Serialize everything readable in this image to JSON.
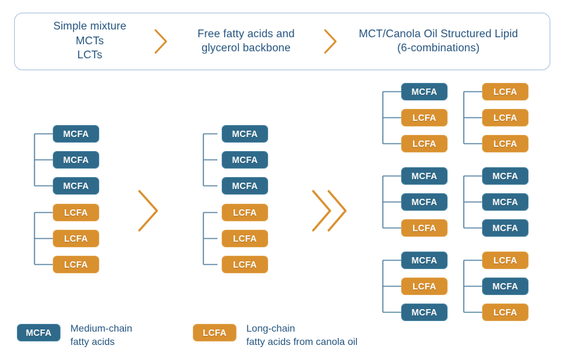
{
  "banner": {
    "stages": [
      {
        "id": "stage-simple-mixture",
        "text": "Simple mixture\nMCTs\nLCTs"
      },
      {
        "id": "stage-free-fatty-acids",
        "text": "Free fatty acids and\nglycerol backbone"
      },
      {
        "id": "stage-structured-lipid",
        "text": "MCT/Canola Oil Structured Lipid\n(6-combinations)"
      }
    ],
    "arrows": [
      "chevron-right-icon",
      "chevron-right-icon"
    ]
  },
  "colors": {
    "mcfa": "#2f6a8a",
    "lcfa": "#d9902f",
    "text_blue": "#24537f",
    "bracket": "#5b87a6",
    "banner_border": "#a9c2dd",
    "arrow_orange": "#d9902f"
  },
  "labels": {
    "mcfa": "MCFA",
    "lcfa": "LCFA"
  },
  "columns": [
    {
      "id": "column-substrates",
      "bracket_attached": true,
      "groups": [
        {
          "id": "group-mct",
          "items": [
            "MCFA",
            "MCFA",
            "MCFA"
          ]
        },
        {
          "id": "group-lct",
          "items": [
            "LCFA",
            "LCFA",
            "LCFA"
          ]
        }
      ]
    },
    {
      "id": "column-free-fatty-acids",
      "bracket_attached": false,
      "groups": [
        {
          "id": "group-free-mcfa",
          "items": [
            "MCFA",
            "MCFA",
            "MCFA"
          ]
        },
        {
          "id": "group-free-lcfa",
          "items": [
            "LCFA",
            "LCFA",
            "LCFA"
          ]
        }
      ]
    },
    {
      "id": "column-structured-lipids",
      "bracket_attached": true,
      "groups": [
        {
          "id": "combination-1",
          "items": [
            "MCFA",
            "LCFA",
            "LCFA"
          ]
        },
        {
          "id": "combination-2",
          "items": [
            "LCFA",
            "LCFA",
            "LCFA"
          ]
        },
        {
          "id": "combination-3",
          "items": [
            "MCFA",
            "MCFA",
            "LCFA"
          ]
        },
        {
          "id": "combination-4",
          "items": [
            "MCFA",
            "MCFA",
            "MCFA"
          ]
        },
        {
          "id": "combination-5",
          "items": [
            "MCFA",
            "LCFA",
            "MCFA"
          ]
        },
        {
          "id": "combination-6",
          "items": [
            "LCFA",
            "MCFA",
            "LCFA"
          ]
        }
      ]
    }
  ],
  "legend": [
    {
      "id": "legend-mcfa",
      "swatch": "MCFA",
      "type": "mcfa",
      "text": "Medium-chain\nfatty acids"
    },
    {
      "id": "legend-lcfa",
      "swatch": "LCFA",
      "type": "lcfa",
      "text": "Long-chain\nfatty acids from canola oil"
    }
  ]
}
